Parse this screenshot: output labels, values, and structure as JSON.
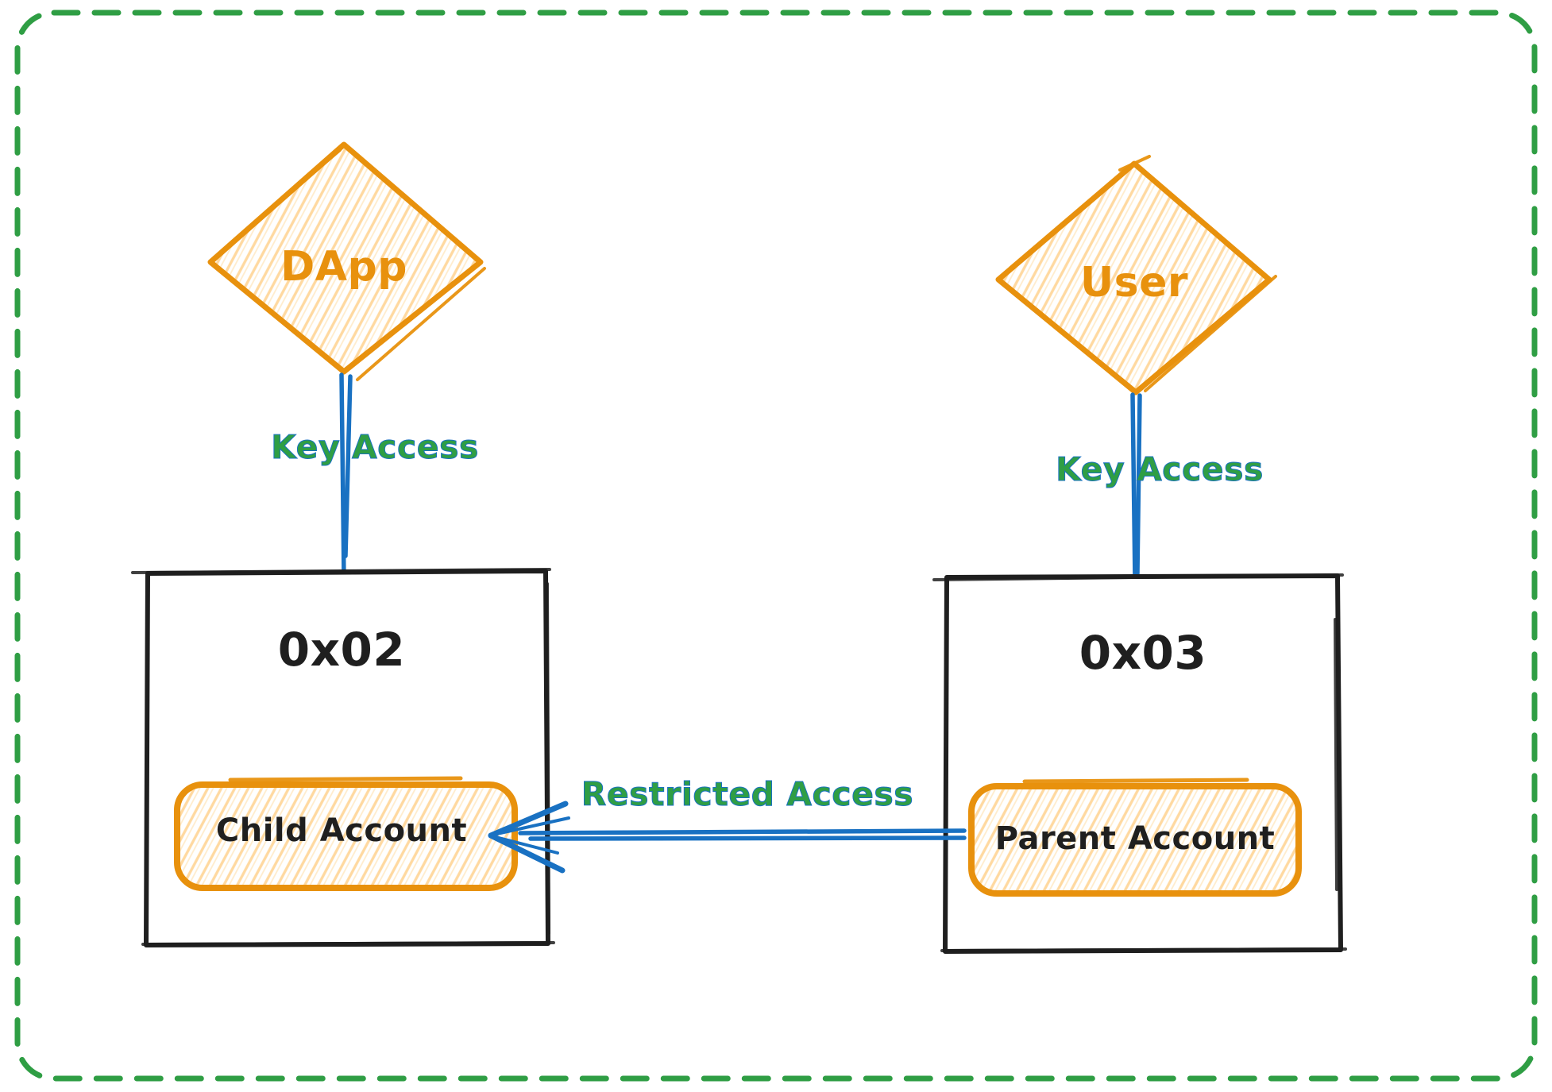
{
  "diagram": {
    "title": "Parent-child account key access diagram",
    "nodes": {
      "dapp": {
        "label": "DApp",
        "shape": "diamond"
      },
      "user": {
        "label": "User",
        "shape": "diamond"
      },
      "left_box": {
        "label": "0x02",
        "shape": "rectangle"
      },
      "right_box": {
        "label": "0x03",
        "shape": "rectangle"
      },
      "child_account": {
        "label": "Child Account",
        "shape": "rounded-rectangle"
      },
      "parent_account": {
        "label": "Parent Account",
        "shape": "rounded-rectangle"
      }
    },
    "edges": {
      "dapp_key": {
        "label": "Key Access",
        "from": "DApp",
        "to": "0x02"
      },
      "user_key": {
        "label": "Key Access",
        "from": "User",
        "to": "0x03"
      },
      "restricted": {
        "label": "Restricted Access",
        "from": "Parent Account",
        "to": "Child Account"
      }
    },
    "colors": {
      "frame_green": "#2f9e44",
      "label_green": "#2f9e44",
      "shape_orange": "#e8910d",
      "hatch_orange": "#ffd79b",
      "connector_blue": "#1971c2",
      "ink": "#1f1f1f",
      "background": "#ffffff"
    }
  }
}
